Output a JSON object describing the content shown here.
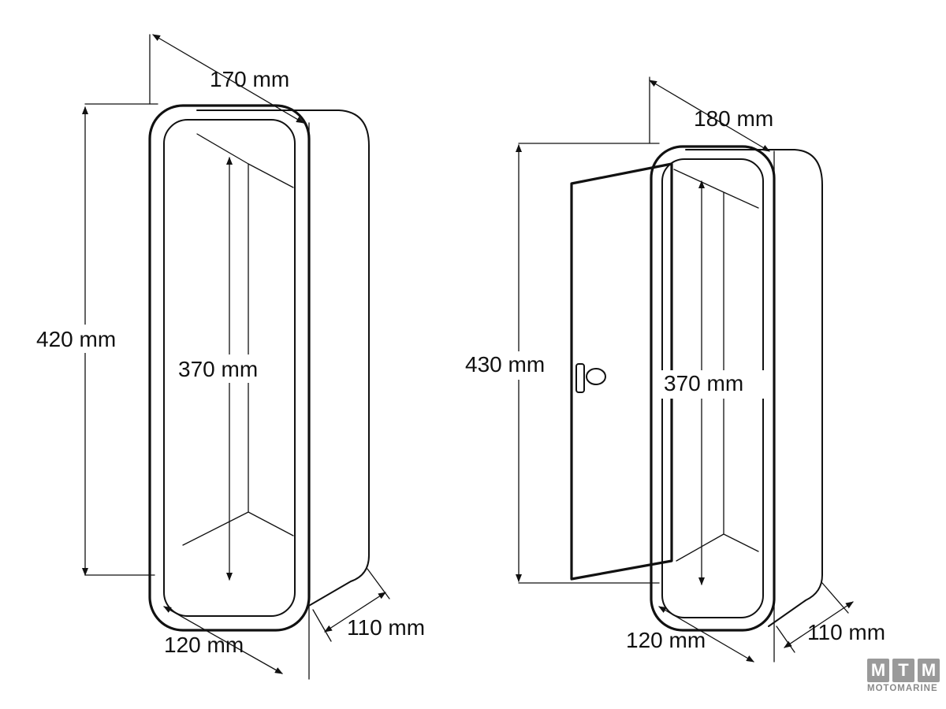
{
  "left_box": {
    "width_label": "170 mm",
    "height_label": "420 mm",
    "inner_height_label": "370 mm",
    "front_width_label": "120 mm",
    "depth_label": "110 mm"
  },
  "right_box": {
    "width_label": "180 mm",
    "height_label": "430 mm",
    "inner_height_label": "370 mm",
    "front_width_label": "120 mm",
    "depth_label": "110 mm"
  },
  "watermark": {
    "letters": [
      "M",
      "T",
      "M"
    ],
    "word": "MOTOMARINE"
  }
}
